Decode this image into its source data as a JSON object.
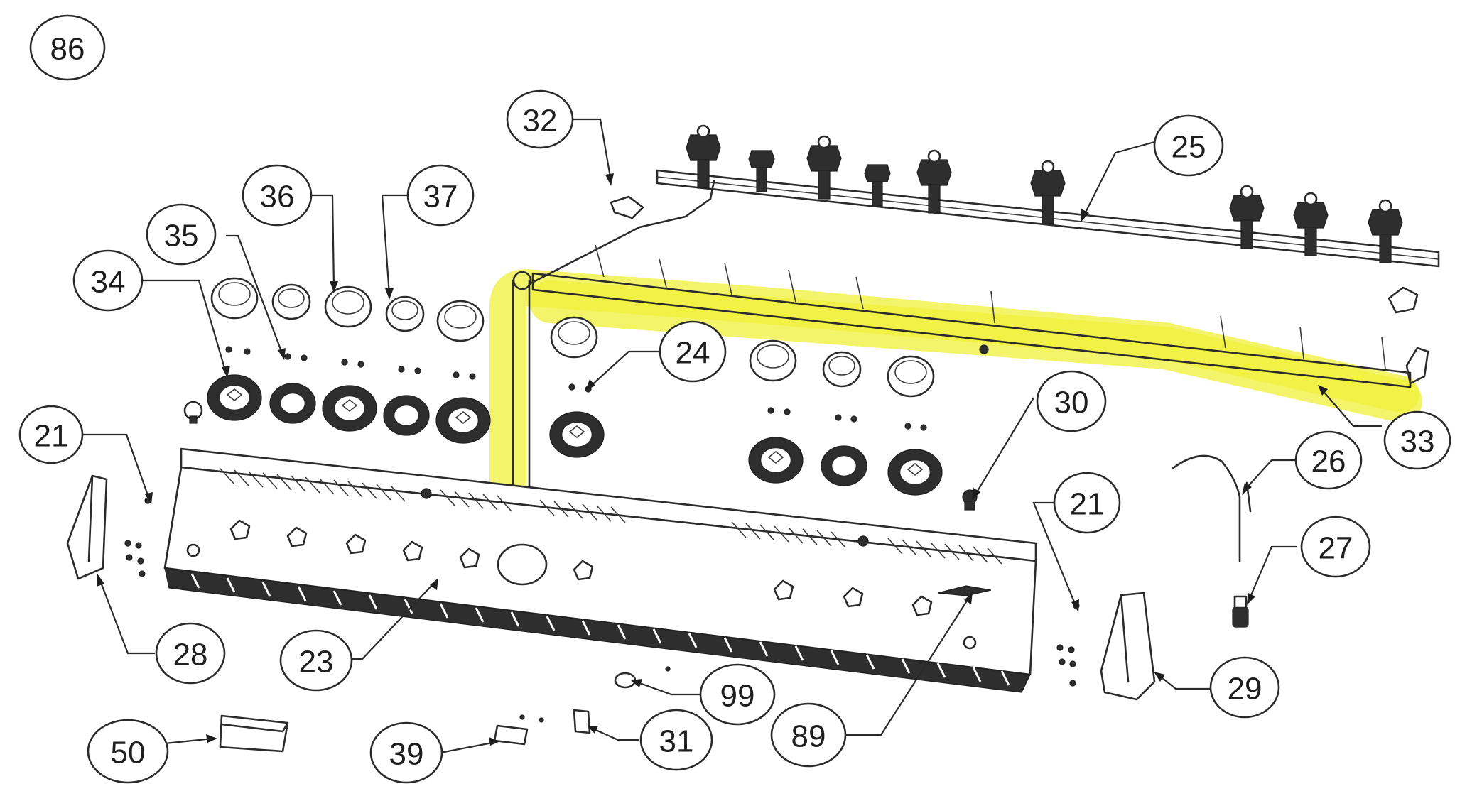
{
  "diagram": {
    "highlight_color": "#f0f03a",
    "line_color": "#2a2a2a",
    "callouts": [
      {
        "id": "86",
        "label": "86"
      },
      {
        "id": "32",
        "label": "32"
      },
      {
        "id": "25",
        "label": "25"
      },
      {
        "id": "36",
        "label": "36"
      },
      {
        "id": "37",
        "label": "37"
      },
      {
        "id": "35",
        "label": "35"
      },
      {
        "id": "34",
        "label": "34"
      },
      {
        "id": "24",
        "label": "24"
      },
      {
        "id": "30",
        "label": "30"
      },
      {
        "id": "33",
        "label": "33"
      },
      {
        "id": "21a",
        "label": "21"
      },
      {
        "id": "21b",
        "label": "21"
      },
      {
        "id": "26",
        "label": "26"
      },
      {
        "id": "27",
        "label": "27"
      },
      {
        "id": "28",
        "label": "28"
      },
      {
        "id": "23",
        "label": "23"
      },
      {
        "id": "29",
        "label": "29"
      },
      {
        "id": "99",
        "label": "99"
      },
      {
        "id": "50",
        "label": "50"
      },
      {
        "id": "39",
        "label": "39"
      },
      {
        "id": "31",
        "label": "31"
      },
      {
        "id": "89",
        "label": "89"
      }
    ]
  }
}
